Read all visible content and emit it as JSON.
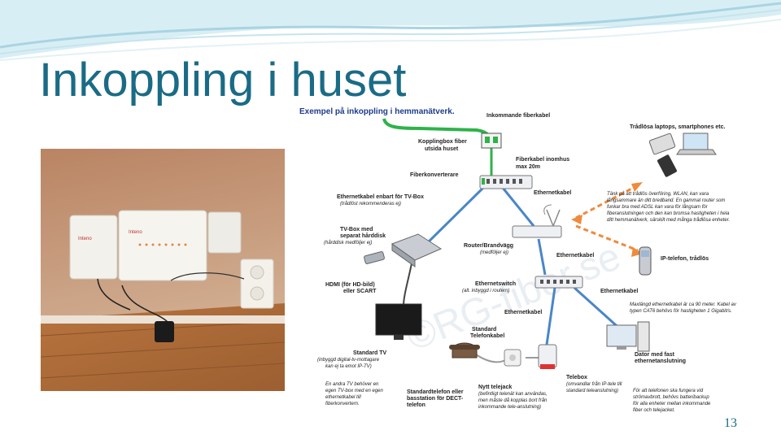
{
  "slide": {
    "title": "Inkoppling i huset",
    "page_number": "13"
  },
  "photo": {
    "box_brand": "Inteno",
    "box_brand_2": "Inteno"
  },
  "diagram": {
    "heading": "Exempel på inkoppling i hemmanätverk.",
    "labels": {
      "incoming_fiber": "Inkommande fiberkabel",
      "connection_box": "Kopplingbox fiber",
      "connection_box_2": "utsida huset",
      "fiber_indoor": "Fiberkabel inomhus",
      "fiber_indoor_2": "max 20m",
      "fiber_converter": "Fiberkonverterare",
      "ethernet_tv_box": "Ethernetkabel enbart för TV-Box",
      "ethernet_tv_box_2": "(trådlöst rekommenderas ej)",
      "ethernet_1": "Ethernetkabel",
      "wireless_devices": "Trådlösa laptops, smartphones  etc.",
      "wifi_note_1": "Tänk på att trådlös överföring, WLAN, kan vara",
      "wifi_note_2": "långsammare än ditt bredband. En gammal router som",
      "wifi_note_3": "funkar bra med ADSL kan vara för långsam för",
      "wifi_note_4": "fiberanslutningen och den kan bromsa hastigheten i hela",
      "wifi_note_5": "ditt hemmanätverk, särskilt med många trådlösa enheter.",
      "tv_box_1": "TV-Box med",
      "tv_box_2": "separat hårddisk",
      "tv_box_3": "(hårddisk medföljer ej)",
      "router_1": "Router/Brandvägg",
      "router_2": "(medföljer ej)",
      "ethernet_2": "Ethernetkabel",
      "ip_phone": "IP-telefon, trådlös",
      "hdmi_1": "HDMI (för HD-bild)",
      "hdmi_2": "eller SCART",
      "switch_1": "Ethernetswitch",
      "switch_2": "(alt. inbyggd i routern)",
      "ethernet_3": "Ethernetkabel",
      "max_length_1": "Maxlängd ethernetkabel är ca 90 meter. Kabel av",
      "max_length_2": "typen CAT6 behövs för hastigheten 1 Gigabit/s.",
      "ethernet_4": "Ethernetkabel",
      "phone_cable_1": "Standard",
      "phone_cable_2": "Telefonkabel",
      "tv_1": "Standard TV",
      "tv_2": "(inbyggd digital-tv-mottagare",
      "tv_3": "kan ej ta emot IP-TV)",
      "pc_1": "Dator med fast",
      "pc_2": "ethernetanslutning",
      "other_tv_1": "En andra TV behöver en",
      "other_tv_2": "egen TV-box med en egen",
      "other_tv_3": "ethernetkabel till",
      "other_tv_4": "fiberkonvertern.",
      "std_phone_1": "Standardtelefon eller",
      "std_phone_2": "basstation för DECT-",
      "std_phone_3": "telefon",
      "jack_1": "Nytt telejack",
      "jack_2": "(befintligt telenät kan användas,",
      "jack_3": "men måste då kopplas bort från",
      "jack_4": "inkommande tele-anslutning)",
      "telebox_1": "Telebox",
      "telebox_2": "(omvandlar från IP-tele till",
      "telebox_3": "standard teleanslutning)",
      "battery_1": "För att telefonen ska fungera vid",
      "battery_2": "strömavbrott, behövs batteribackup",
      "battery_3": "för alla enheter mellan inkommande",
      "battery_4": "fiber och telejacket.",
      "watermark": "©RG-fiber.se"
    },
    "colors": {
      "fiber": "#2db34a",
      "ethernet": "#4a86c8",
      "wireless": "#f08a3c",
      "phone": "#b0b0b0"
    }
  }
}
